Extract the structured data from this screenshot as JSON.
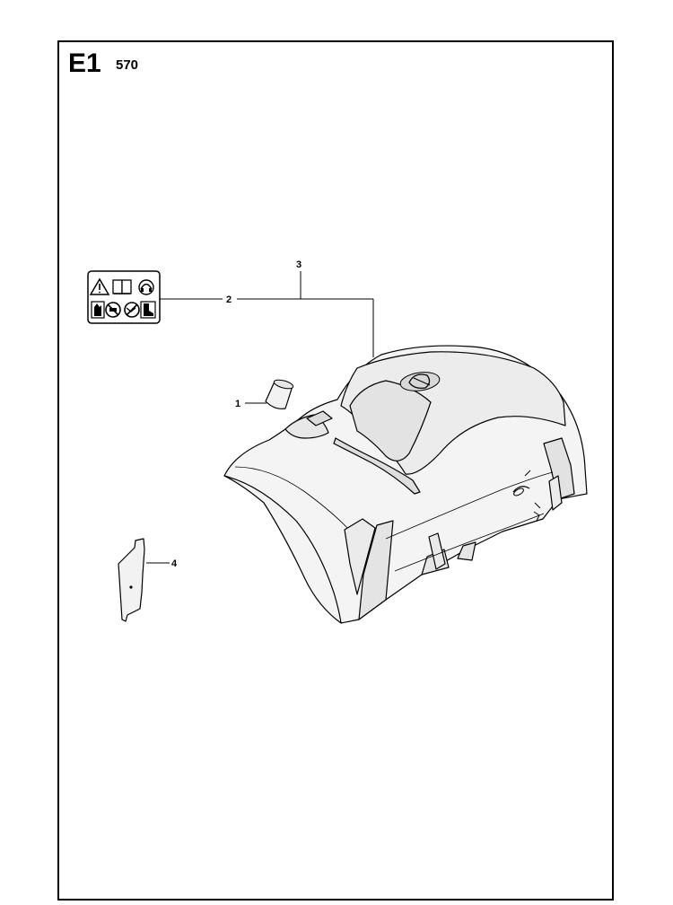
{
  "header": {
    "section_code": "E1",
    "model": "570"
  },
  "callouts": [
    {
      "number": "1",
      "part": "plug"
    },
    {
      "number": "2",
      "part": "warning-decal"
    },
    {
      "number": "3",
      "part": "cylinder-cover-assembly"
    },
    {
      "number": "4",
      "part": "cover-plate"
    }
  ],
  "colors": {
    "line": "#000000",
    "part_fill": "#f4f4f4",
    "part_shade": "#e2e2e2",
    "background": "#ffffff"
  },
  "icons": [
    "warning-triangle-icon",
    "manual-book-icon",
    "hearing-protection-icon",
    "glove-icon",
    "no-kickback-icon",
    "saw-chain-icon",
    "boot-icon"
  ]
}
